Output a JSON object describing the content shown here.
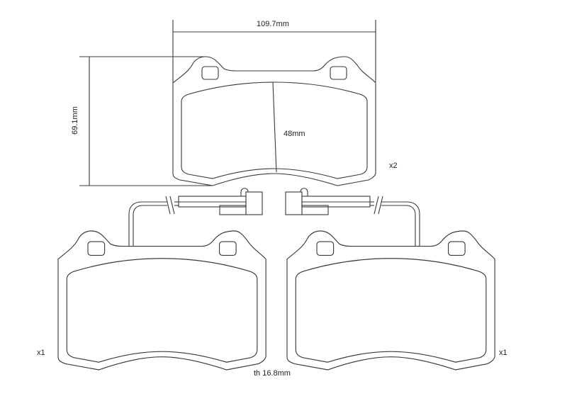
{
  "diagram": {
    "width_label": "109.7mm",
    "height_label": "69.1mm",
    "friction_height_label": "48mm",
    "thickness_label": "th 16.8mm",
    "top_pad_qty": "x2",
    "left_pad_qty": "x1",
    "right_pad_qty": "x1"
  }
}
